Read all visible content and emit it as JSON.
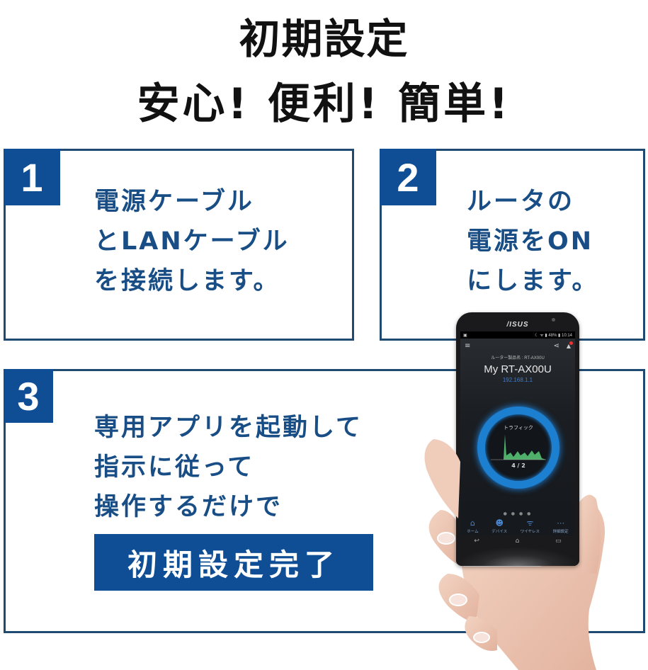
{
  "header": {
    "title": "初期設定",
    "subtitle": "安心! 便利! 簡単!"
  },
  "steps": [
    {
      "number": "1",
      "lines": [
        "電源ケーブル",
        "とLANケーブル",
        "を接続します。"
      ]
    },
    {
      "number": "2",
      "lines": [
        "ルータの",
        "電源をON",
        "にします。"
      ]
    },
    {
      "number": "3",
      "lines": [
        "専用アプリを起動して",
        "指示に従って",
        "操作するだけで"
      ],
      "highlight": "初期設定完了"
    }
  ],
  "colors": {
    "accent": "#0f4e95",
    "border": "#1f4a72",
    "text_blue": "#184e85",
    "title_black": "#111111"
  },
  "phone": {
    "brand": "/ISUS",
    "status": {
      "left": "▣",
      "right": "☾ ᯤ ▮ 48% ▮ 10:14"
    },
    "menu_icon": "≡",
    "share_icon": "⋖",
    "bell_icon": "🔔",
    "model_label": "ルーター製品名 : RT-AX00U",
    "device_name": "My RT-AX00U",
    "ip": "192.168.1.1",
    "traffic_label": "トラフィック",
    "traffic_value": "4 / 2",
    "page_dots": "● ● ● ●",
    "tabs": [
      {
        "icon": "⌂",
        "label": "ホーム"
      },
      {
        "icon": "☻",
        "label": "デバイス"
      },
      {
        "icon": "ᯤ",
        "label": "ワイヤレス"
      },
      {
        "icon": "⋯",
        "label": "詳細設定"
      }
    ],
    "nav": {
      "back": "↩",
      "home": "⌂",
      "recent": "▭"
    }
  }
}
